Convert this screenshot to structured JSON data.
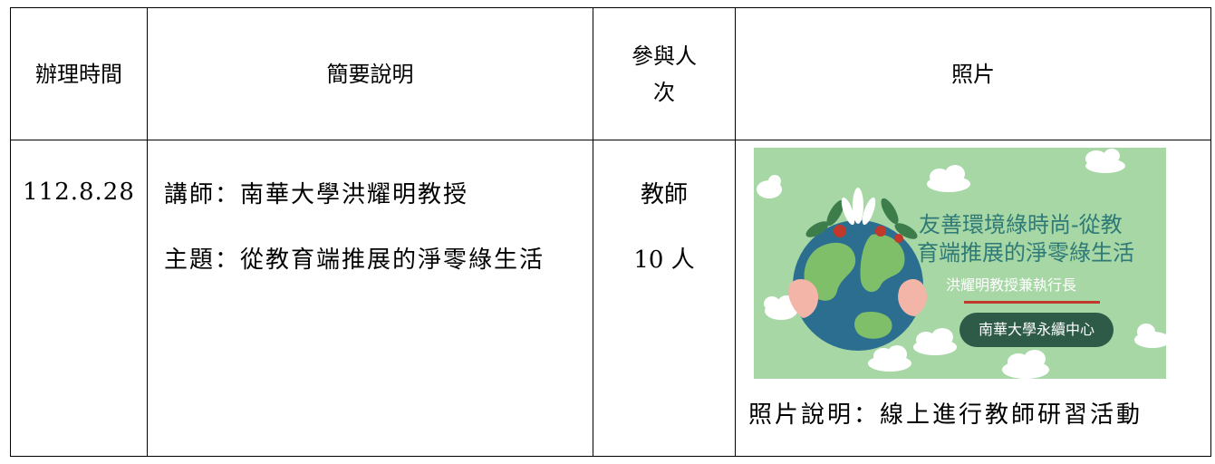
{
  "table": {
    "headers": {
      "date": "辦理時間",
      "summary": "簡要說明",
      "participants_line1": "參與人",
      "participants_line2": "次",
      "photo": "照片"
    },
    "row": {
      "date": "112.8.28",
      "lecturer": "講師：南華大學洪耀明教授",
      "topic": "主題：從教育端推展的淨零綠生活",
      "participant_type": "教師",
      "participant_count": "10 人",
      "photo_caption": "照片說明：線上進行教師研習活動"
    }
  },
  "photo": {
    "title_line1": "友善環境綠時尚-從教",
    "title_line2": "育端推展的淨零綠生活",
    "speaker": "洪耀明教授兼執行長",
    "organization": "南華大學永續中心",
    "background_color": "#a6d7a4",
    "accent_color": "#2f7a76",
    "badge_color": "#2e5a48"
  }
}
